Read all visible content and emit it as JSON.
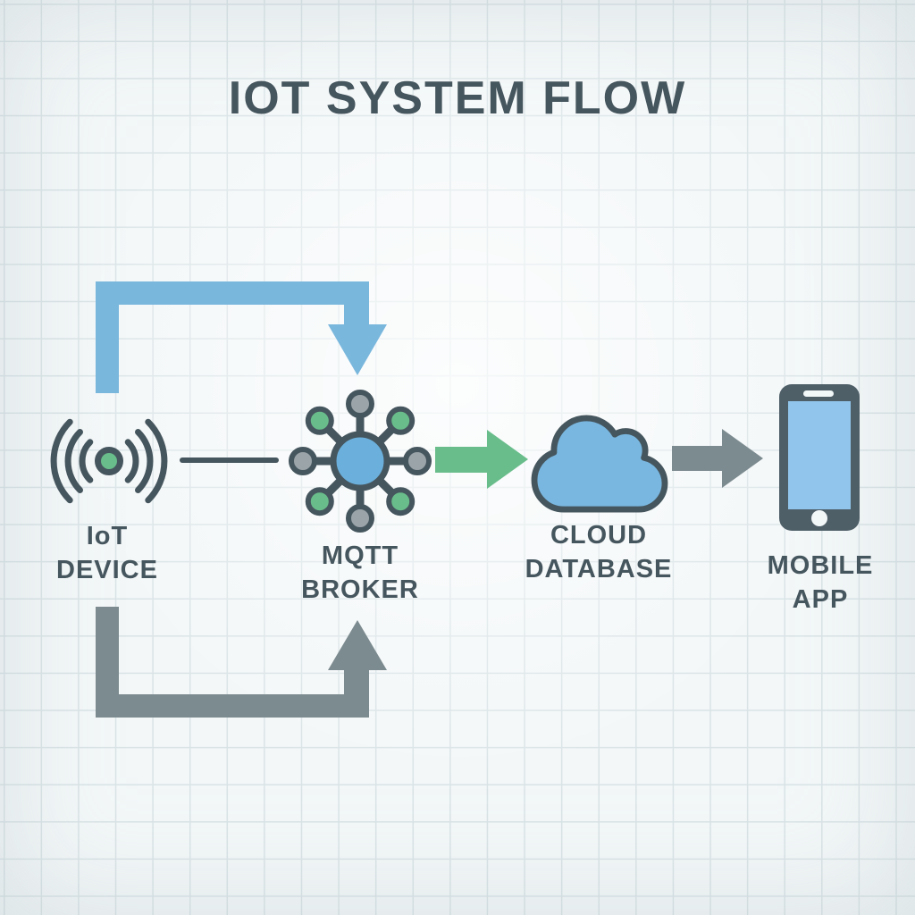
{
  "title": "IOT SYSTEM FLOW",
  "diagram": {
    "nodes": [
      {
        "id": "iot-device",
        "icon": "wifi-signal-icon",
        "label_line1": "IoT",
        "label_line2": "DEVICE"
      },
      {
        "id": "mqtt-broker",
        "icon": "hub-network-icon",
        "label_line1": "MQTT",
        "label_line2": "BROKER"
      },
      {
        "id": "cloud-database",
        "icon": "cloud-icon",
        "label_line1": "CLOUD",
        "label_line2": "DATABASE"
      },
      {
        "id": "mobile-app",
        "icon": "smartphone-icon",
        "label_line1": "MOBILE",
        "label_line2": "APP"
      }
    ],
    "connections": [
      {
        "from": "iot-device",
        "to": "mqtt-broker",
        "shape": "elbow-block-arrow-over-top",
        "arrow_points": "down-into-broker",
        "color_key": "arrow_blue"
      },
      {
        "from": "iot-device",
        "to": "mqtt-broker",
        "shape": "straight-line",
        "arrow_points": "none",
        "color_key": "ink"
      },
      {
        "from": "iot-device",
        "to": "mqtt-broker",
        "shape": "elbow-block-arrow-under-bottom",
        "arrow_points": "up-into-broker",
        "color_key": "arrow_gray"
      },
      {
        "from": "mqtt-broker",
        "to": "cloud-database",
        "shape": "block-arrow-right",
        "arrow_points": "right",
        "color_key": "arrow_green"
      },
      {
        "from": "cloud-database",
        "to": "mobile-app",
        "shape": "block-arrow-right",
        "arrow_points": "right",
        "color_key": "arrow_gray"
      }
    ]
  },
  "colors": {
    "background": "#f3f7f8",
    "grid_line": "#d9e3e6",
    "ink": "#46565e",
    "arrow_blue": "#7ab7dd",
    "arrow_green": "#69bd8b",
    "arrow_gray": "#7c8b90",
    "hub_blue": "#6bb0dc",
    "node_gray": "#9aa4a9",
    "node_green": "#69bd8b",
    "cloud_blue": "#79b7e0",
    "phone_body": "#4f5f68",
    "phone_screen": "#91c5eb",
    "phone_detail_white": "#f2f7f8"
  }
}
